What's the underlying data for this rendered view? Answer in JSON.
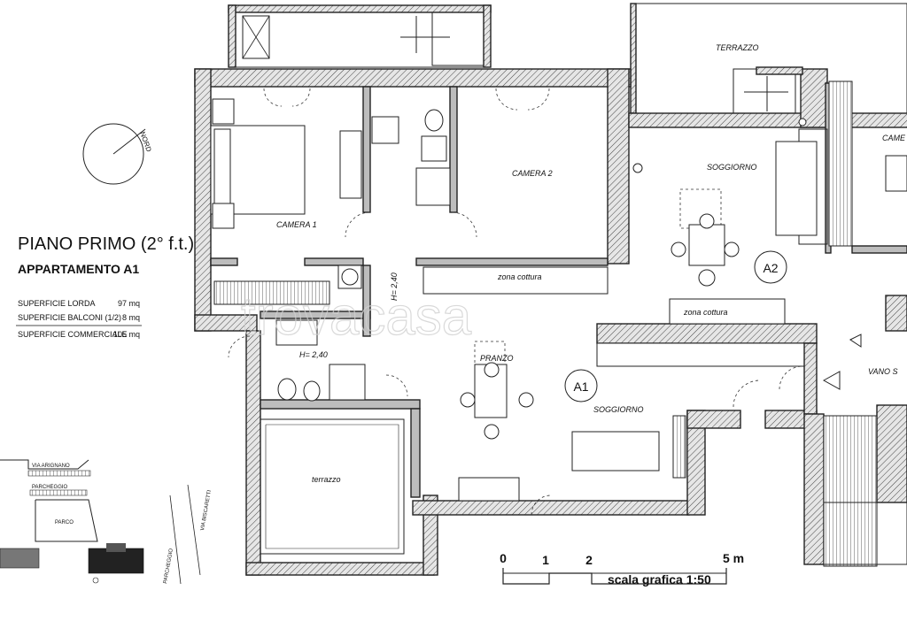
{
  "title": {
    "floor": "PIANO PRIMO (2° f.t.)",
    "apartment": "APPARTAMENTO A1"
  },
  "surfaces": [
    {
      "label": "SUPERFICIE LORDA",
      "value": "97 mq"
    },
    {
      "label": "SUPERFICIE BALCONI (1/2)",
      "value": "8 mq"
    },
    {
      "label": "SUPERFICIE COMMERCIALE",
      "value": "105 mq"
    }
  ],
  "compass": {
    "label": "NORD"
  },
  "rooms": {
    "camera1": "CAMERA 1",
    "camera2": "CAMERA 2",
    "pranzo": "PRANZO",
    "soggiorno_a1": "SOGGIORNO",
    "zona_cottura_a1": "zona cottura",
    "terrazzo_a1": "terrazzo",
    "terrazzo_top": "TERRAZZO",
    "soggiorno_a2": "SOGGIORNO",
    "zona_cottura_a2": "zona cottura",
    "camera_a2_partial": "CAME",
    "vano_scala_partial": "VANO S"
  },
  "heights": {
    "corridor": "H= 2,40",
    "bath": "H= 2,40"
  },
  "unit_tags": {
    "a1": "A1",
    "a2": "A2"
  },
  "scale": {
    "ticks": [
      "0",
      "1",
      "2",
      "5 m"
    ],
    "label": "scala grafica 1:50"
  },
  "map": {
    "street_top": "VIA ARIGNANO",
    "parking_label": "PARCHEGGIO",
    "park_label": "PARCO",
    "street_right": "VIA BISCARETTI",
    "parking_vertical": "PARCHEGGIO"
  },
  "watermark": "trovacasa"
}
